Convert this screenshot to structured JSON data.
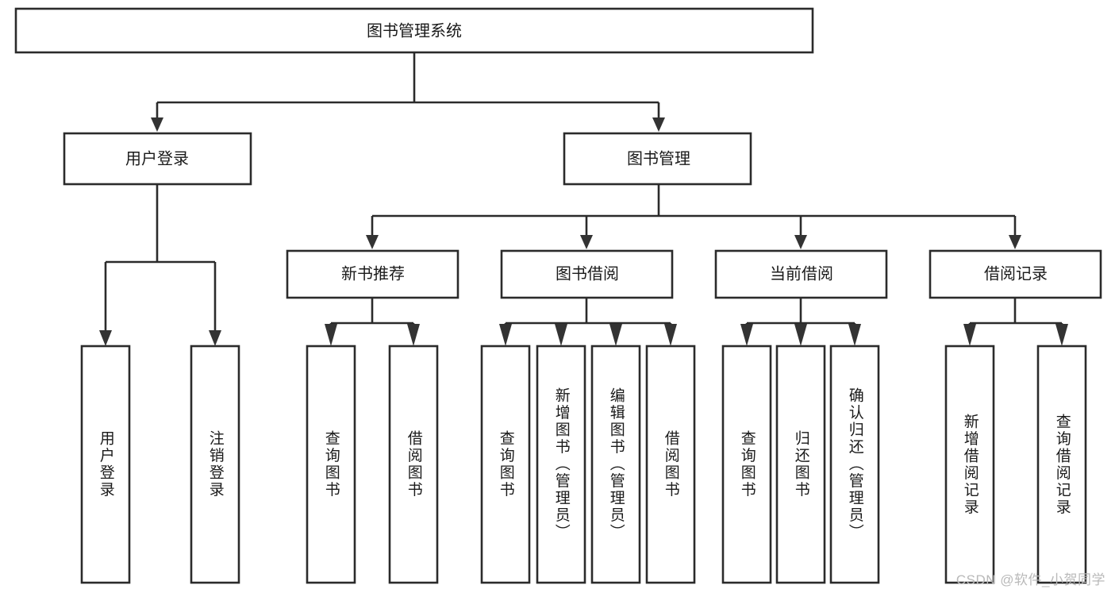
{
  "diagram": {
    "title": "图书管理系统",
    "type": "tree-hierarchy-diagram",
    "watermark": "CSDN @软件_小贺同学",
    "colors": {
      "box_stroke": "#2b2b2b",
      "box_fill": "#ffffff",
      "connector": "#2b2b2b",
      "text": "#1a1a1a",
      "watermark": "#b9b9b9"
    },
    "root": {
      "label": "图书管理系统"
    },
    "level2": [
      {
        "label": "用户登录"
      },
      {
        "label": "图书管理"
      }
    ],
    "level3": [
      {
        "label": "新书推荐"
      },
      {
        "label": "图书借阅"
      },
      {
        "label": "当前借阅"
      },
      {
        "label": "借阅记录"
      }
    ],
    "leaves": {
      "user_login": [
        {
          "label": "用户登录"
        },
        {
          "label": "注销登录"
        }
      ],
      "new_book_recommend": [
        {
          "label": "查询图书"
        },
        {
          "label": "借阅图书"
        }
      ],
      "book_borrow": [
        {
          "label": "查询图书"
        },
        {
          "label": "新增图书（管理员）"
        },
        {
          "label": "编辑图书（管理员）"
        },
        {
          "label": "借阅图书"
        }
      ],
      "current_borrow": [
        {
          "label": "查询图书"
        },
        {
          "label": "归还图书"
        },
        {
          "label": "确认归还（管理员）"
        }
      ],
      "borrow_record": [
        {
          "label": "新增借阅记录"
        },
        {
          "label": "查询借阅记录"
        }
      ]
    }
  }
}
